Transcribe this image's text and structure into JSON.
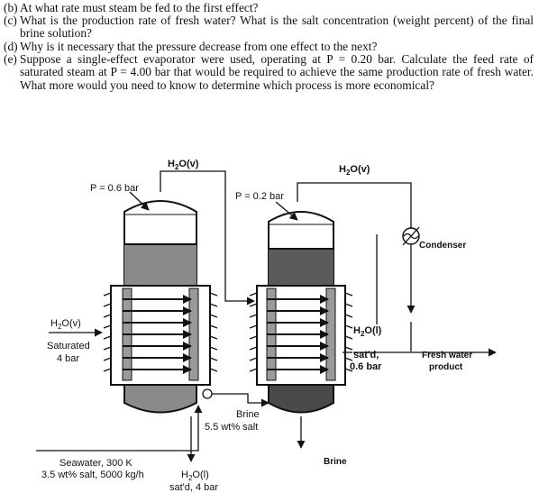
{
  "questions": [
    {
      "label": "(b)",
      "text": "At what rate must steam be fed to the first effect?"
    },
    {
      "label": "(c)",
      "text": "What is the production rate of fresh water? What is the salt concentration (weight percent) of the final brine solution?"
    },
    {
      "label": "(d)",
      "text": "Why is it necessary that the pressure decrease from one effect to the next?"
    },
    {
      "label": "(e)",
      "text": "Suppose a single-effect evaporator were used, operating at P = 0.20 bar. Calculate the feed rate of saturated steam at P = 4.00 bar that would be required to achieve the same production rate of fresh water. What more would you need to know to determine which process is more economical?"
    }
  ],
  "diagram": {
    "vapor1": {
      "pre": "H",
      "sub": "2",
      "post": "O(v)"
    },
    "vapor2": {
      "pre": "H",
      "sub": "2",
      "post": "O(v)"
    },
    "p1": "P = 0.6 bar",
    "p2": "P = 0.2 bar",
    "condenser": "Condenser",
    "steam": {
      "pre": "H",
      "sub": "2",
      "post": "O(v)"
    },
    "steam_state1": "Saturated",
    "steam_state2": "4 bar",
    "liquid": {
      "pre": "H",
      "sub": "2",
      "post": "O(l)"
    },
    "liquid_state1": "sat'd,",
    "liquid_state2": "0.6 bar",
    "fresh1": "Fresh water",
    "fresh2": "product",
    "brine_mid1": "Brine",
    "brine_mid2": "5.5 wt% salt",
    "brine_out": "Brine",
    "seawater1": "Seawater, 300 K",
    "seawater2": "3.5 wt% salt, 5000 kg/h",
    "condensate": {
      "pre": "H",
      "sub": "2",
      "post": "O(l)"
    },
    "condensate_state": "sat'd, 4 bar"
  }
}
